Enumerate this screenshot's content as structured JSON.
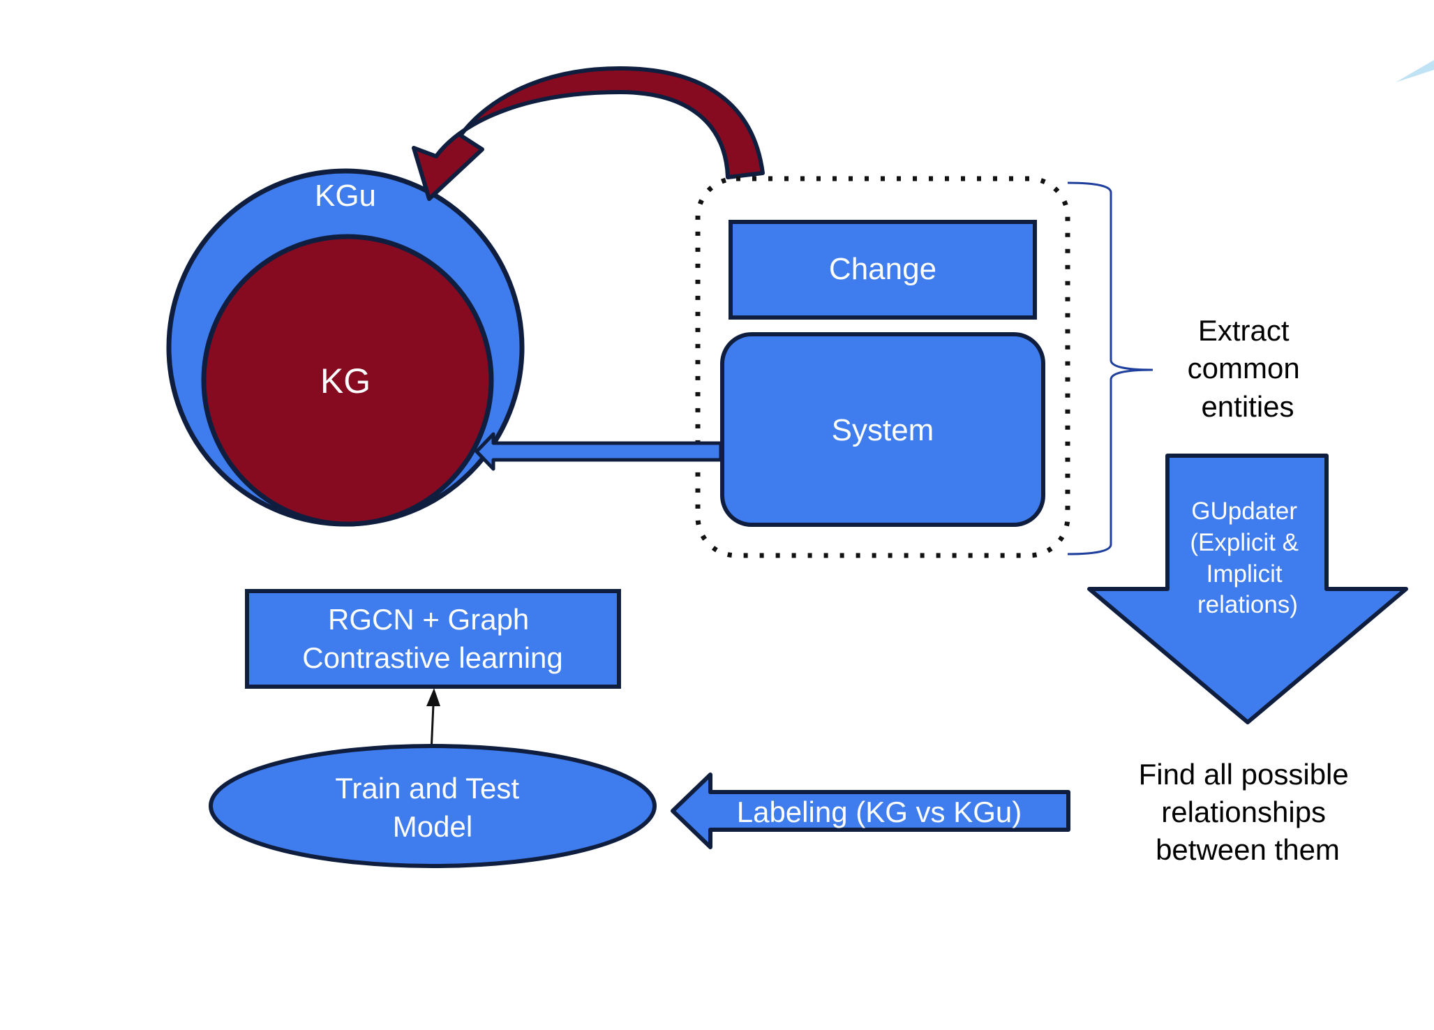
{
  "colors": {
    "blue": "#3f7ced",
    "dark_red": "#860b20",
    "outline": "#0f1e3e",
    "brace": "#1f3f9c",
    "corner_accent": "#bfe2f5"
  },
  "nodes": {
    "kgu_label": "KGu",
    "kg_label": "KG",
    "change_label": "Change",
    "system_label": "System",
    "rgcn_line1": "RGCN + Graph",
    "rgcn_line2": "Contrastive learning",
    "train_line1": "Train and Test",
    "train_line2": "Model",
    "labeling_label": "Labeling (KG vs KGu)"
  },
  "annotations": {
    "extract_line1": "Extract",
    "extract_line2": "common",
    "extract_line3": "entities",
    "gupdater_line1": "GUpdater",
    "gupdater_line2": "(Explicit &",
    "gupdater_line3": "Implicit",
    "gupdater_line4": "relations)",
    "find_line1": "Find all possible",
    "find_line2": "relationships",
    "find_line3": "between them"
  }
}
